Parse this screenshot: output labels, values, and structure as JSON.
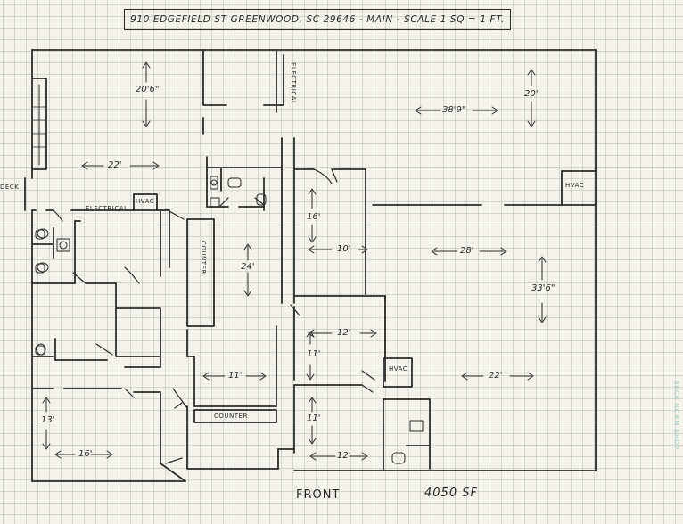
{
  "title": "910 EDGEFIELD ST  GREENWOOD, SC 29646 - MAIN -  SCALE  1 SQ = 1 FT.",
  "labels": {
    "deck": "DECK",
    "front": "FRONT",
    "area": "4050 SF",
    "electrical_top": "ELECTRICAL",
    "electrical_left": "ELECTRICAL",
    "hvac_left": "HVAC",
    "hvac_right": "HVAC",
    "hvac_center": "HVAC",
    "counter_vertical": "COUNTER",
    "counter_horizontal": "COUNTER",
    "edge_stamp": "BECK NORM SHOP"
  },
  "dimensions": {
    "d_20_6": "20'6\"",
    "d_22_top": "22'",
    "d_38_9": "38'9\"",
    "d_20": "20'",
    "d_16": "16'",
    "d_10": "10'",
    "d_24": "24'",
    "d_28": "28'",
    "d_33_6": "33'6\"",
    "d_12_mid": "12'",
    "d_11_a": "11'",
    "d_11_b": "11'",
    "d_11_c": "11'",
    "d_22_right": "22'",
    "d_13": "13'",
    "d_16_bottom": "16'",
    "d_12_bottom": "12'"
  }
}
